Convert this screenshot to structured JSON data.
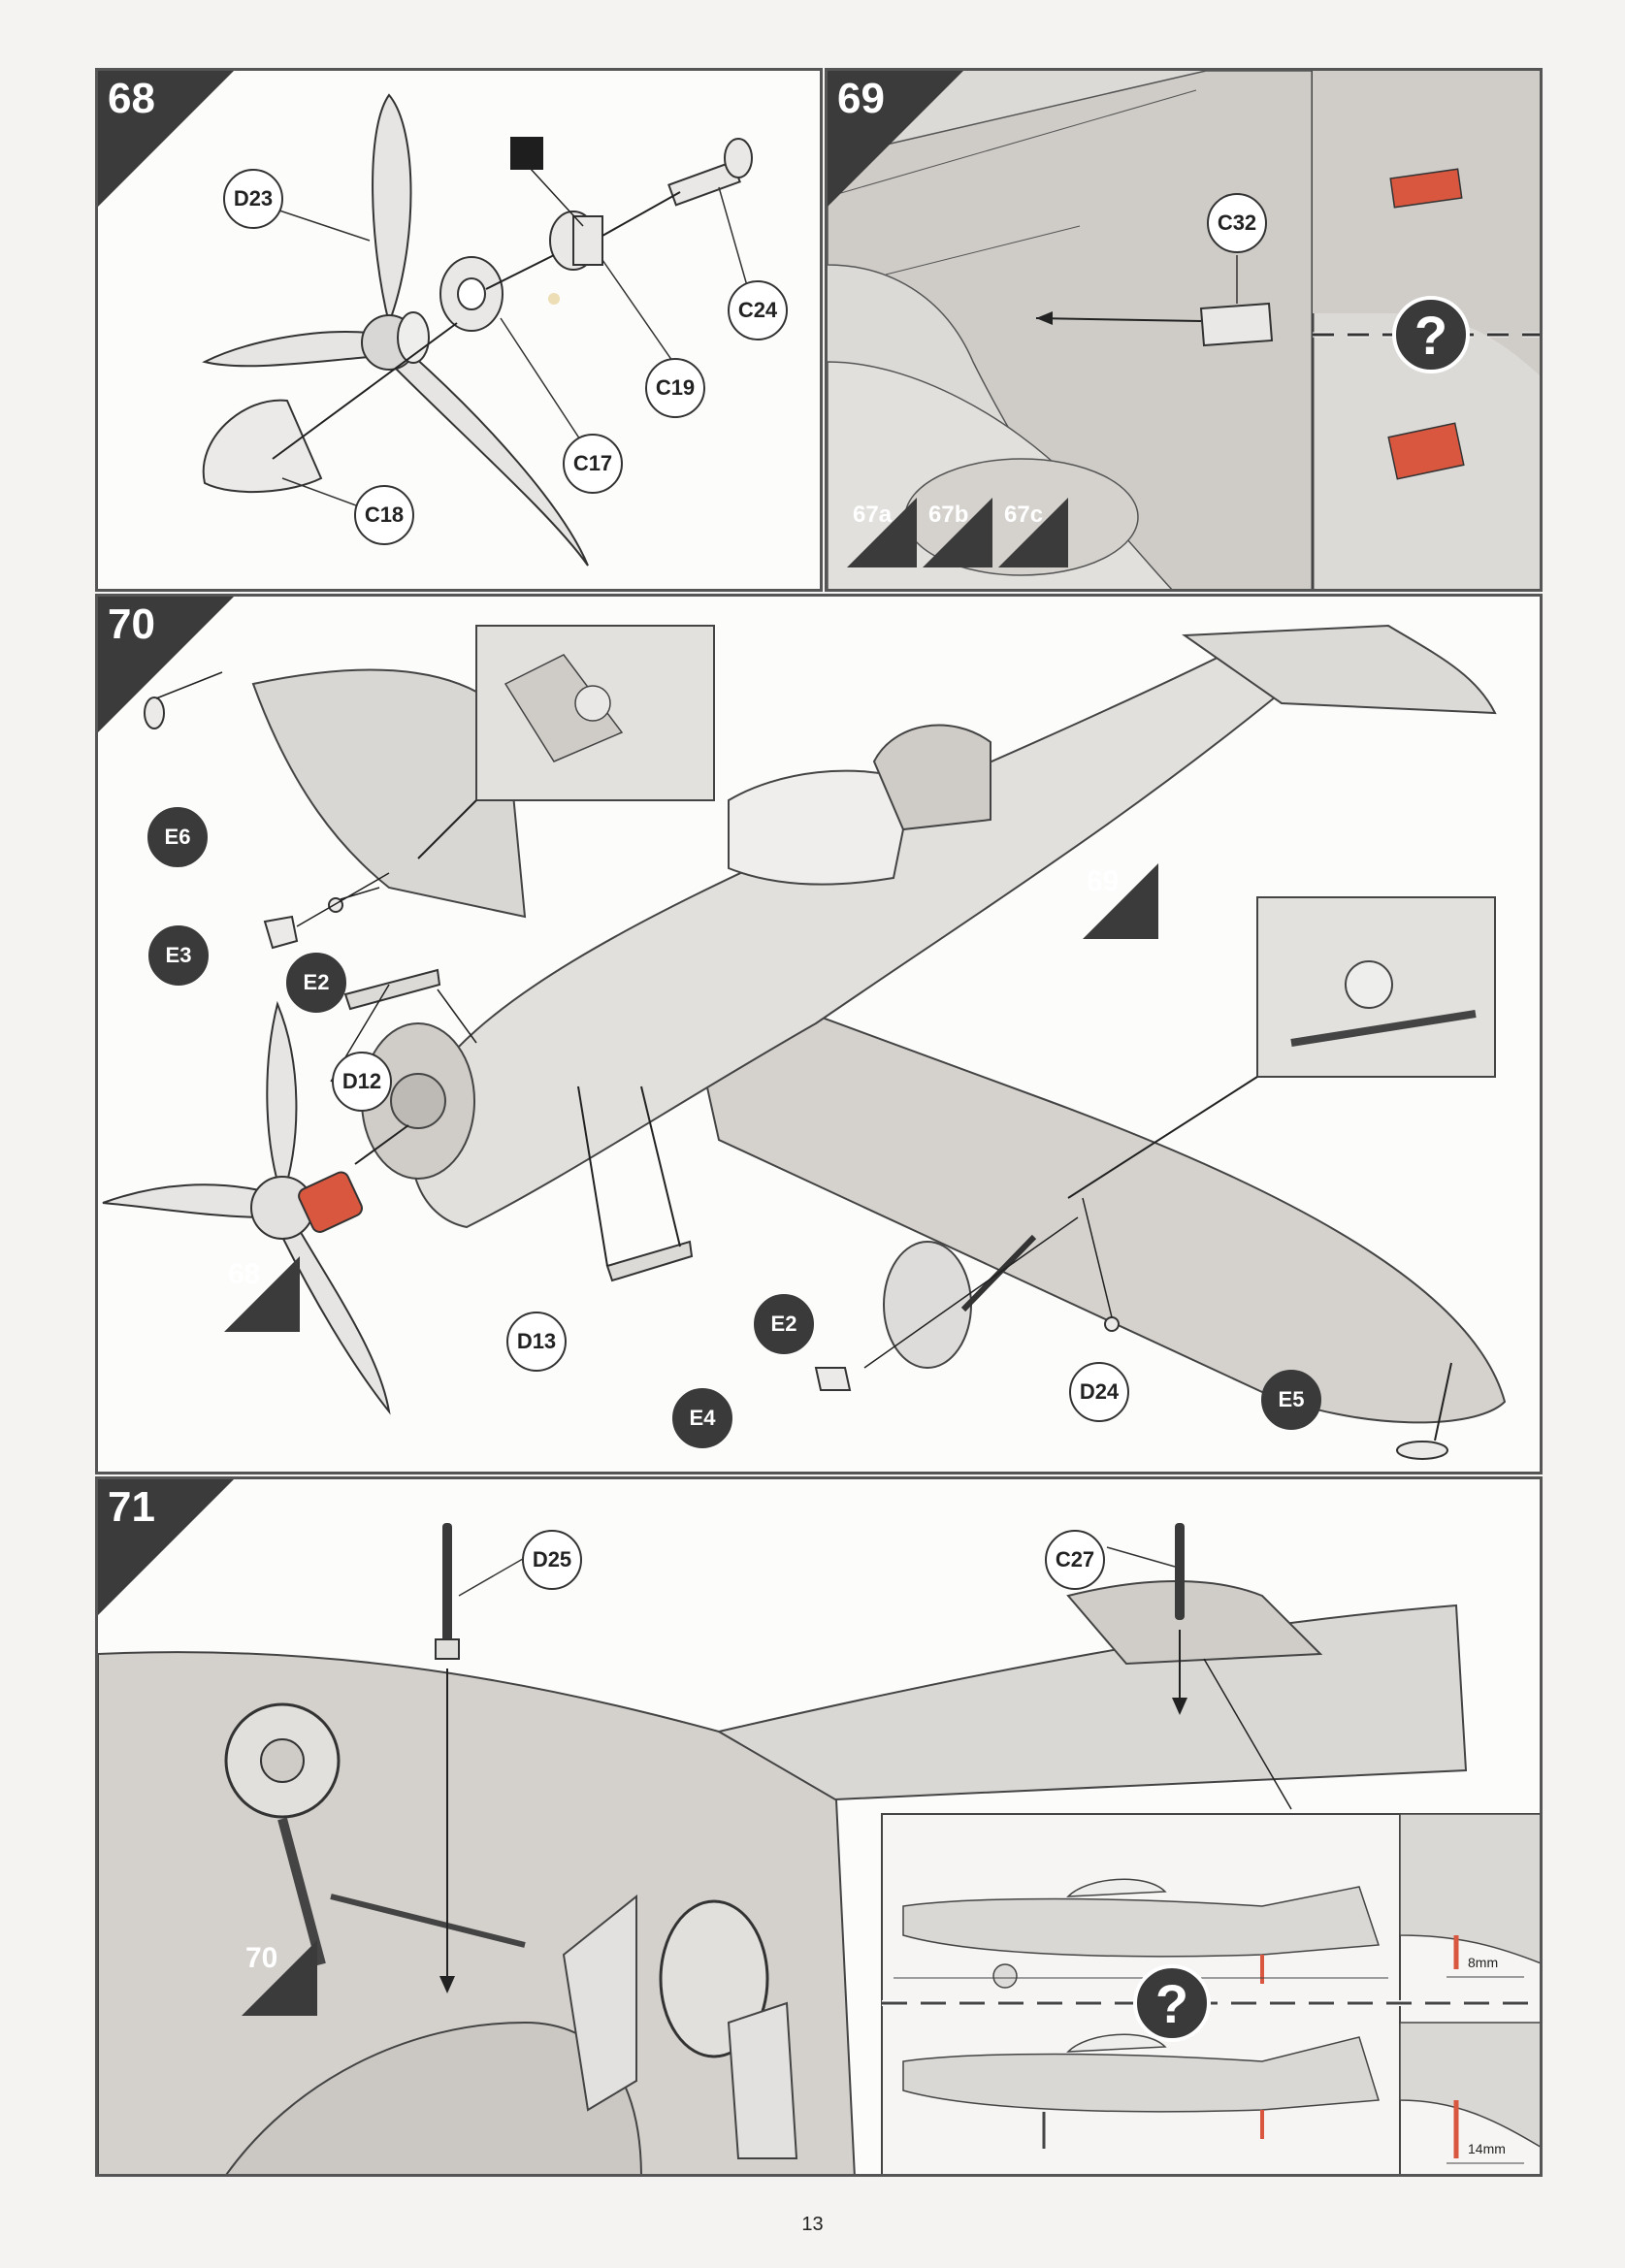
{
  "page_number": "13",
  "steps": {
    "s68": {
      "number": "68",
      "parts": [
        "D23",
        "C24",
        "C19",
        "C17",
        "C18"
      ]
    },
    "s69": {
      "number": "69",
      "parts": [
        "C32"
      ],
      "refs": [
        "67a",
        "67b",
        "67c"
      ],
      "help_symbol": "?"
    },
    "s70": {
      "number": "70",
      "parts": [
        "E6",
        "E3",
        "E2",
        "D12",
        "D13",
        "E2",
        "E4",
        "D24",
        "E5"
      ],
      "refs": [
        "69",
        "68"
      ]
    },
    "s71": {
      "number": "71",
      "parts": [
        "D25",
        "C27"
      ],
      "refs": [
        "70"
      ],
      "help_symbol": "?",
      "measurements": [
        "8mm",
        "14mm"
      ]
    }
  },
  "colors": {
    "highlight": "#d9573e",
    "panel_border": "#555555",
    "label_dark": "#3a3a3a"
  }
}
